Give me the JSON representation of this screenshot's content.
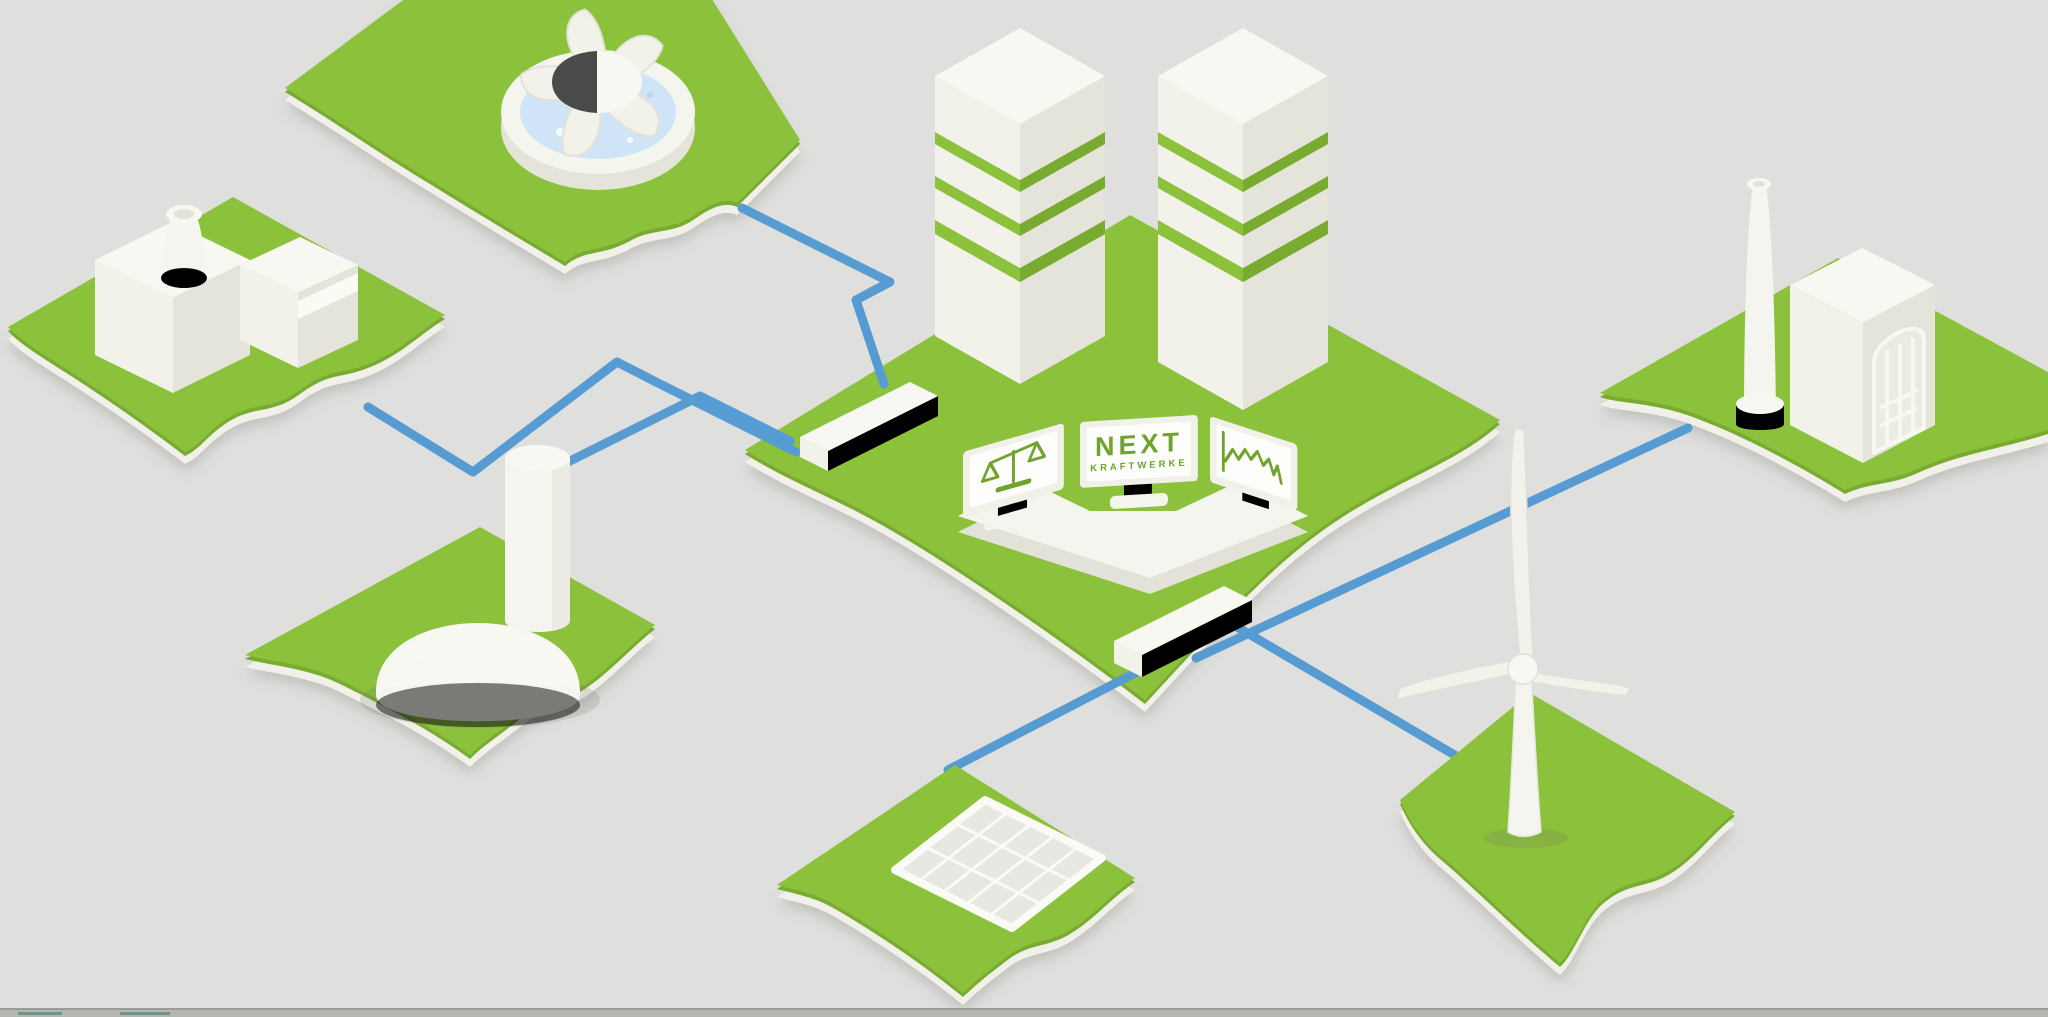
{
  "logo": {
    "line1": "NEXT",
    "line2": "KRAFTWERKE"
  },
  "colors": {
    "background": "#e4e4e2",
    "tile_green": "#8cc13c",
    "tile_green_shade": "#79ab31",
    "connection_blue": "#579bd3",
    "white_light": "#f5f5ef",
    "white_mid": "#ededе5",
    "white_dark": "#e2e2d8",
    "logo_green": "#6fa32a",
    "water_blue": "#cfe5f7",
    "strip_gray": "#b4b6b2"
  },
  "scene": {
    "type": "isometric-network-illustration",
    "nodes": [
      {
        "id": "factory",
        "icon": "factory-building-icon"
      },
      {
        "id": "hydropower-plant",
        "icon": "water-turbine-icon"
      },
      {
        "id": "biogas-plant",
        "icon": "dome-tank-icon"
      },
      {
        "id": "control-center",
        "icon": "twin-towers-and-control-desk-icon"
      },
      {
        "id": "industrial-chp-plant",
        "icon": "chimney-building-icon"
      },
      {
        "id": "solar-plant",
        "icon": "solar-panel-icon"
      },
      {
        "id": "wind-plant",
        "icon": "wind-turbine-icon"
      }
    ],
    "links": [
      {
        "from": "hydropower-plant",
        "to": "control-center"
      },
      {
        "from": "factory",
        "to": "control-center"
      },
      {
        "from": "biogas-plant",
        "to": "control-center"
      },
      {
        "from": "industrial-chp-plant",
        "to": "control-center"
      },
      {
        "from": "wind-plant",
        "to": "control-center"
      },
      {
        "from": "solar-plant",
        "to": "control-center"
      }
    ],
    "monitors": [
      {
        "id": "left-monitor",
        "content": "balance-scales-icon"
      },
      {
        "id": "center-monitor",
        "content": "next-kraftwerke-logo"
      },
      {
        "id": "right-monitor",
        "content": "line-chart-icon"
      }
    ]
  }
}
